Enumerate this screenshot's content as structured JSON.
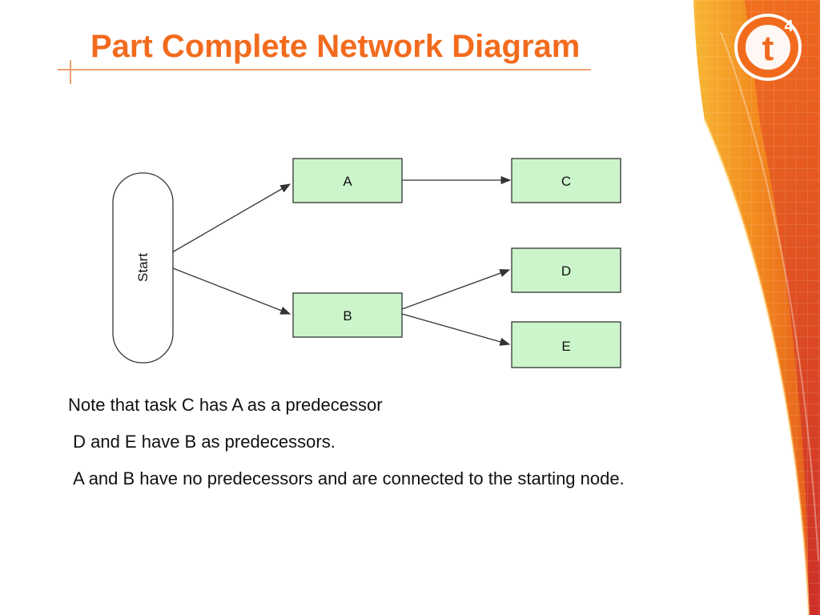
{
  "title": "Part Complete Network Diagram",
  "logo": {
    "letter": "t",
    "superscript": "4",
    "accent_color": "#f26b1d"
  },
  "colors": {
    "title": "#f26b1d",
    "node_fill": "#ccf5cc",
    "edge": "#333333",
    "rule": "#f0a070"
  },
  "diagram": {
    "start_label": "Start",
    "nodes": [
      {
        "id": "A",
        "label": "A"
      },
      {
        "id": "B",
        "label": "B"
      },
      {
        "id": "C",
        "label": "C"
      },
      {
        "id": "D",
        "label": "D"
      },
      {
        "id": "E",
        "label": "E"
      }
    ],
    "edges": [
      [
        "Start",
        "A"
      ],
      [
        "Start",
        "B"
      ],
      [
        "A",
        "C"
      ],
      [
        "B",
        "D"
      ],
      [
        "B",
        "E"
      ]
    ]
  },
  "notes": [
    "Note that task C has A as a predecessor",
    " D and E have B as predecessors.",
    " A and B have no predecessors and are connected to the starting node."
  ]
}
